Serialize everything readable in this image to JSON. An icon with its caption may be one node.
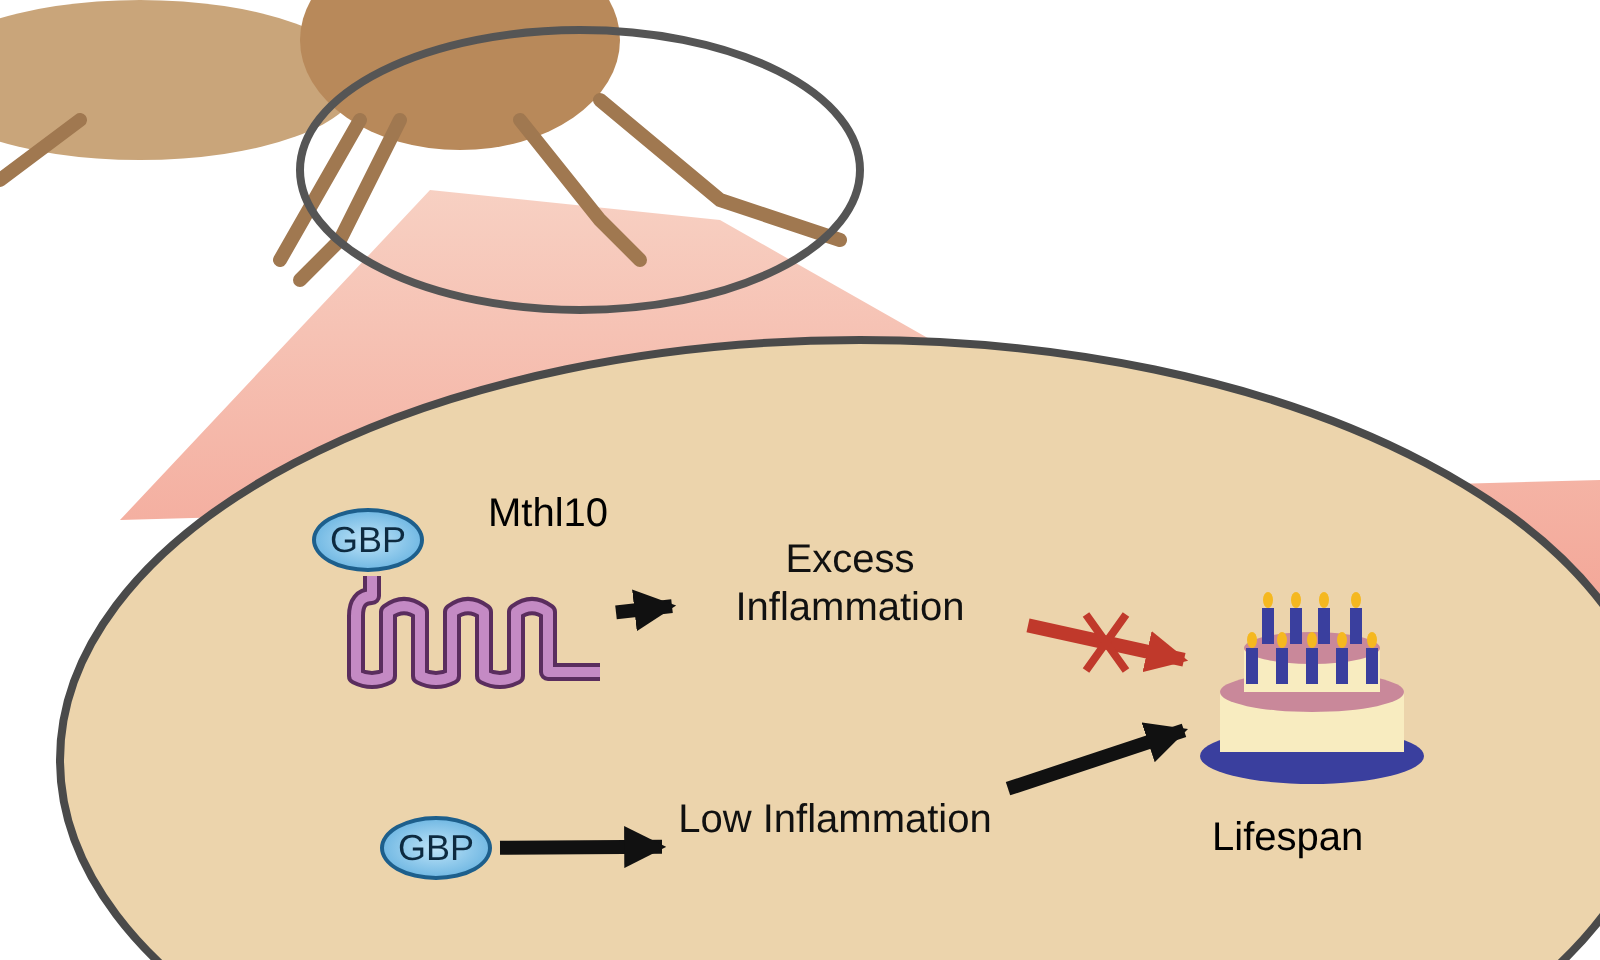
{
  "diagram": {
    "nodes": [
      {
        "text": [
          "GBP"
        ]
      },
      {
        "text": [],
        "shape": "picture",
        "beside": [
          "Mthl10"
        ]
      },
      {
        "text": [
          "Excess Inflammation"
        ]
      },
      {
        "text": [],
        "shape": "picture",
        "beside": [
          "Lifespan"
        ]
      },
      {
        "text": [
          "GBP"
        ]
      },
      {
        "text": [
          "Low Inflammation"
        ]
      }
    ],
    "edges": [
      {
        "from": 1,
        "to": 2,
        "arrow": "to"
      },
      {
        "from": 2,
        "to": 3,
        "arrow": "to",
        "color": "#c0392b"
      },
      {
        "from": 4,
        "to": 5,
        "arrow": "to"
      },
      {
        "from": 5,
        "to": 3,
        "arrow": "to"
      }
    ]
  }
}
